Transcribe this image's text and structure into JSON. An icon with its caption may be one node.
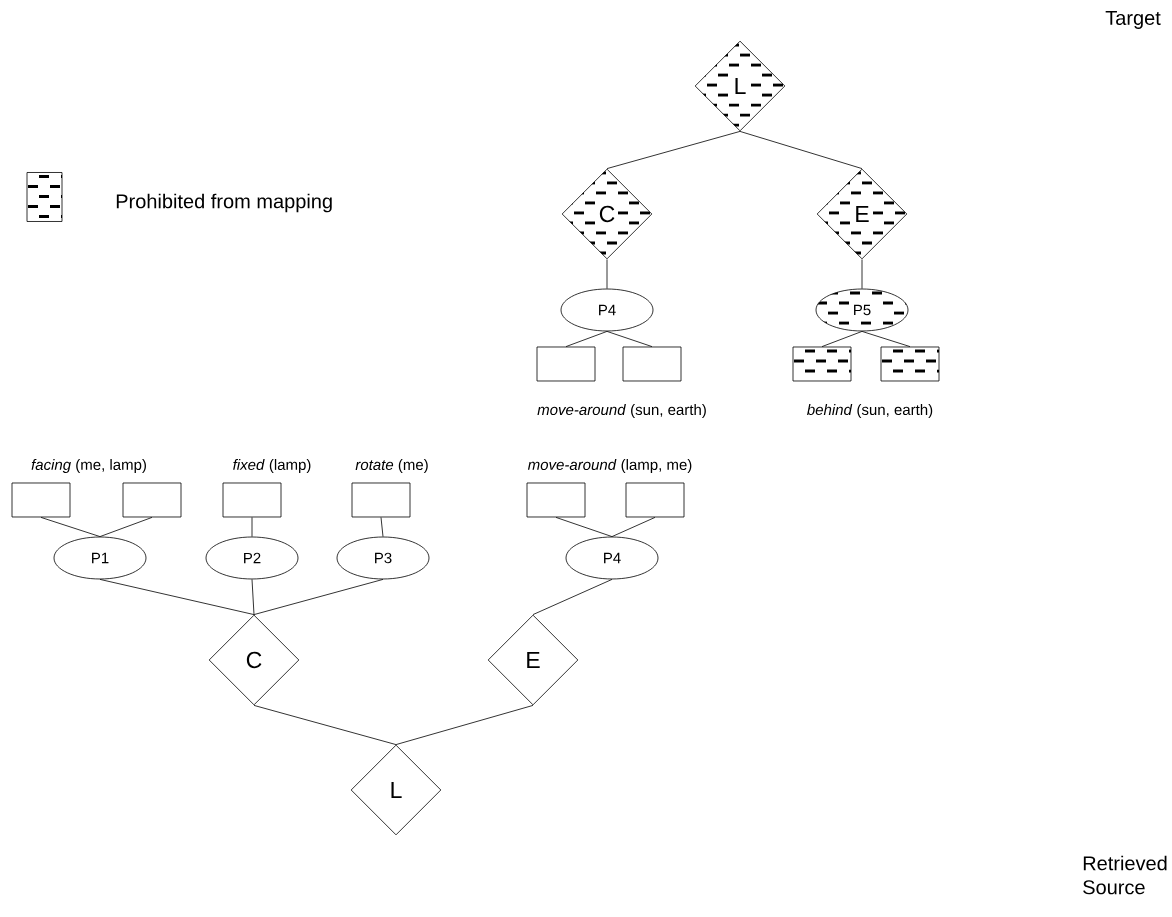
{
  "diagram": {
    "nodes": [
      {
        "text": [
          "L"
        ]
      },
      {
        "text": [
          "C"
        ]
      },
      {
        "text": [
          "E"
        ]
      },
      {
        "text": [
          "P4"
        ]
      },
      {
        "text": [
          "P5"
        ]
      },
      {
        "text": [],
        "shape": "box"
      },
      {
        "text": [],
        "shape": "box"
      },
      {
        "text": [],
        "shape": "box"
      },
      {
        "text": [],
        "shape": "box"
      },
      {
        "text": [],
        "shape": "box"
      },
      {
        "text": [],
        "shape": "box"
      },
      {
        "text": [],
        "shape": "box"
      },
      {
        "text": [],
        "shape": "box"
      },
      {
        "text": [],
        "shape": "box"
      },
      {
        "text": [],
        "shape": "box"
      },
      {
        "text": [
          "P1"
        ]
      },
      {
        "text": [
          "P2"
        ]
      },
      {
        "text": [
          "P3"
        ]
      },
      {
        "text": [
          "P4"
        ]
      },
      {
        "text": [
          "C"
        ]
      },
      {
        "text": [
          "E"
        ]
      },
      {
        "text": [
          "L"
        ]
      }
    ],
    "edges": [
      {
        "from": 0,
        "to": 1,
        "arrow": "none"
      },
      {
        "from": 0,
        "to": 2,
        "arrow": "none"
      },
      {
        "from": 1,
        "to": 3,
        "arrow": "none"
      },
      {
        "from": 2,
        "to": 4,
        "arrow": "none"
      },
      {
        "from": 3,
        "to": 5,
        "arrow": "none"
      },
      {
        "from": 3,
        "to": 6,
        "arrow": "none"
      },
      {
        "from": 4,
        "to": 7,
        "arrow": "none"
      },
      {
        "from": 4,
        "to": 8,
        "arrow": "none"
      },
      {
        "from": 9,
        "to": 15,
        "arrow": "none"
      },
      {
        "from": 10,
        "to": 15,
        "arrow": "none"
      },
      {
        "from": 11,
        "to": 16,
        "arrow": "none"
      },
      {
        "from": 12,
        "to": 17,
        "arrow": "none"
      },
      {
        "from": 13,
        "to": 18,
        "arrow": "none"
      },
      {
        "from": 14,
        "to": 18,
        "arrow": "none"
      },
      {
        "from": 15,
        "to": 19,
        "arrow": "none"
      },
      {
        "from": 16,
        "to": 19,
        "arrow": "none"
      },
      {
        "from": 17,
        "to": 19,
        "arrow": "none"
      },
      {
        "from": 18,
        "to": 20,
        "arrow": "none"
      },
      {
        "from": 19,
        "to": 21,
        "arrow": "none"
      },
      {
        "from": 20,
        "to": 21,
        "arrow": "none"
      }
    ],
    "labels": [
      "Target",
      "*move-around* (sun, earth)",
      "*behind* (sun, earth)",
      "*facing* (me, lamp)",
      "*fixed* (lamp)",
      "*rotate* (me)",
      "*move-around* (lamp, me)",
      "Retrieved Source"
    ],
    "legend": [
      {
        "text": "Prohibited from mapping"
      }
    ]
  }
}
